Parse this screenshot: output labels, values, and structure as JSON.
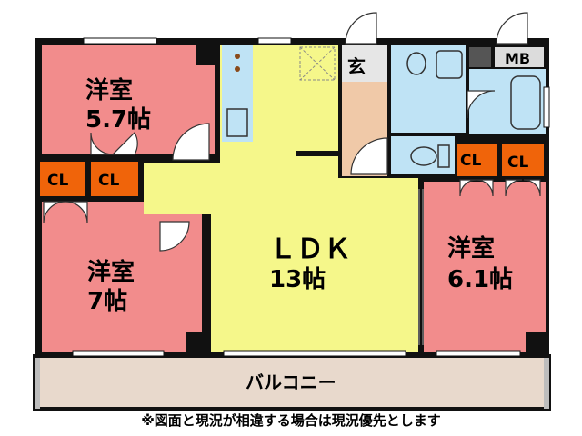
{
  "rooms": {
    "western_room_1": {
      "name": "洋室",
      "size": "5.7帖"
    },
    "western_room_2": {
      "name": "洋室",
      "size": "7帖"
    },
    "western_room_3": {
      "name": "洋室",
      "size": "6.1帖"
    },
    "ldk": {
      "name": "ＬＤＫ",
      "size": "13帖"
    },
    "entrance": "玄",
    "meter_box": "MB",
    "closet": "CL",
    "balcony": "バルコニー"
  },
  "colors": {
    "western_room": "#f28c8c",
    "ldk": "#f5f78a",
    "entrance": "#f0c9a8",
    "wet_area": "#bfe3f5",
    "closet": "#f0640a",
    "balcony": "#e8d9cc",
    "wall": "#111111",
    "hatch": "#8b96b0"
  },
  "note": "※図面と現況が相違する場合は現況優先とします"
}
